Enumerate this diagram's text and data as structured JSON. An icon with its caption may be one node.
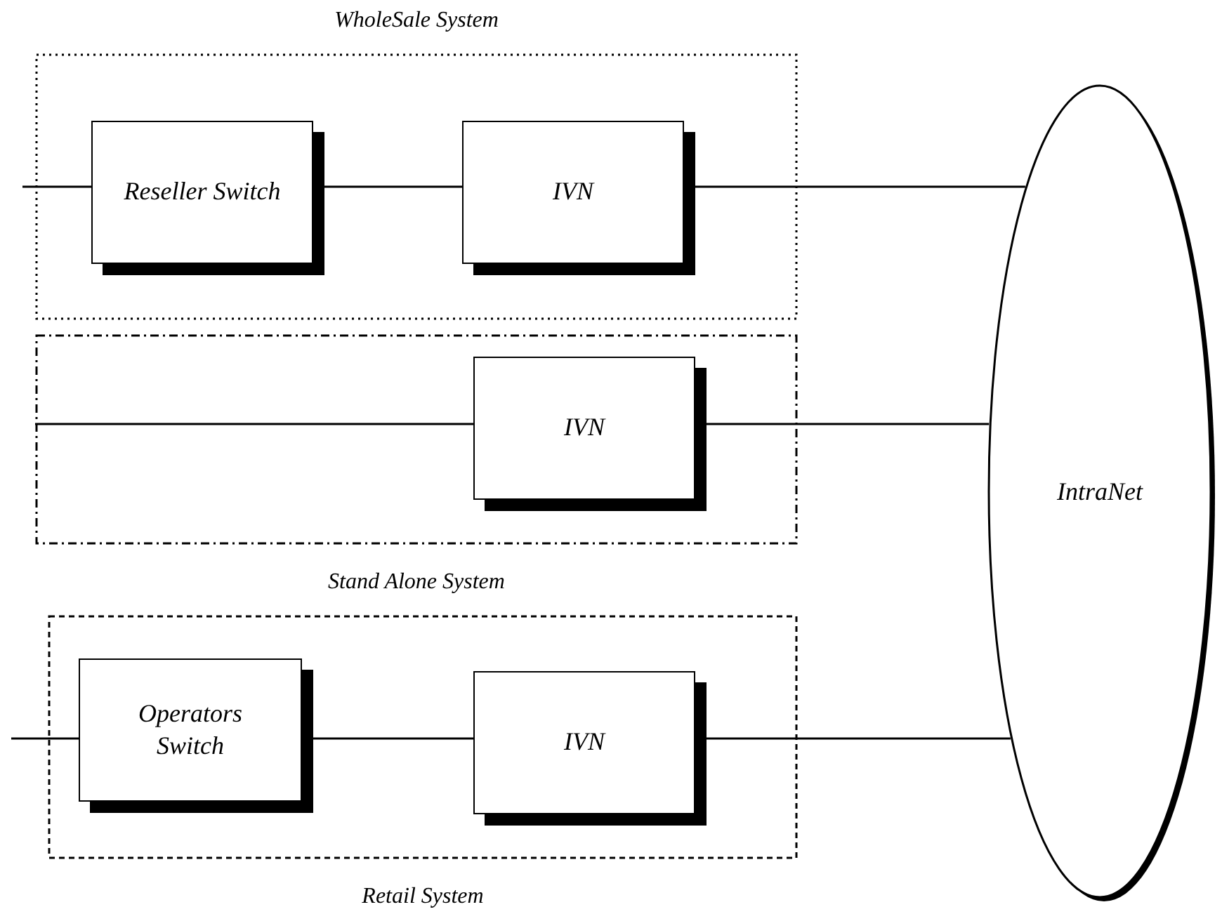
{
  "diagram": {
    "nodes": [
      {
        "text": [
          "WholeSale System"
        ]
      },
      {
        "text": [
          "Reseller Switch"
        ],
        "in": 0
      },
      {
        "text": [
          "IVN"
        ],
        "in": 0
      },
      {
        "text": [
          "Stand Alone System"
        ]
      },
      {
        "text": [
          "IVN"
        ],
        "in": 3
      },
      {
        "text": [
          "Retail System"
        ]
      },
      {
        "text": [
          "Operators Switch"
        ],
        "in": 5
      },
      {
        "text": [
          "IVN"
        ],
        "in": 5
      },
      {
        "text": [
          "IntraNet"
        ]
      }
    ],
    "edges": [
      {
        "from": null,
        "to": 1,
        "arrow": "none"
      },
      {
        "from": 1,
        "to": 2,
        "arrow": "none"
      },
      {
        "from": 2,
        "to": 8,
        "arrow": "none"
      },
      {
        "from": null,
        "to": 4,
        "arrow": "none"
      },
      {
        "from": 4,
        "to": 8,
        "arrow": "none"
      },
      {
        "from": null,
        "to": 6,
        "arrow": "none"
      },
      {
        "from": 6,
        "to": 7,
        "arrow": "none"
      },
      {
        "from": 7,
        "to": 8,
        "arrow": "none"
      }
    ]
  }
}
